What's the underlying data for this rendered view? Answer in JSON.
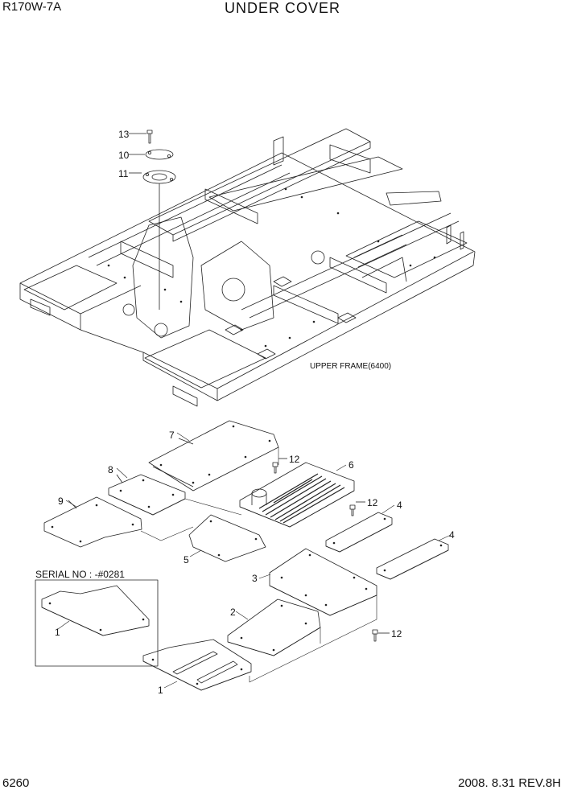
{
  "header": {
    "model": "R170W-7A",
    "title": "UNDER COVER"
  },
  "footer": {
    "page_number": "6260",
    "revision": "2008. 8.31  REV.8H"
  },
  "frame_label": "UPPER FRAME(6400)",
  "serial_label": "SERIAL NO : -#0281",
  "callouts": {
    "c13": "13",
    "c10": "10",
    "c11": "11",
    "c7": "7",
    "c8": "8",
    "c9": "9",
    "c6": "6",
    "c12a": "12",
    "c12b": "12",
    "c12c": "12",
    "c4a": "4",
    "c4b": "4",
    "c5": "5",
    "c3": "3",
    "c2": "2",
    "c1a": "1",
    "c1b": "1"
  }
}
